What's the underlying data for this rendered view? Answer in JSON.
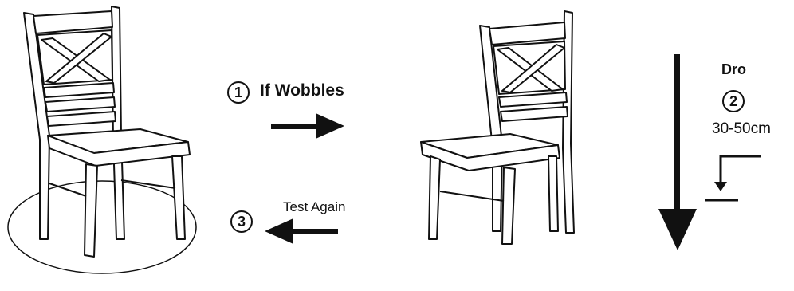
{
  "steps": [
    {
      "number": "1",
      "label": "If Wobbles"
    },
    {
      "number": "2",
      "label": "Dro",
      "distance": "30-50cm"
    },
    {
      "number": "3",
      "label": "Test Again"
    }
  ],
  "colors": {
    "line": "#111111",
    "fill": "#ffffff",
    "accent": "#000000"
  }
}
